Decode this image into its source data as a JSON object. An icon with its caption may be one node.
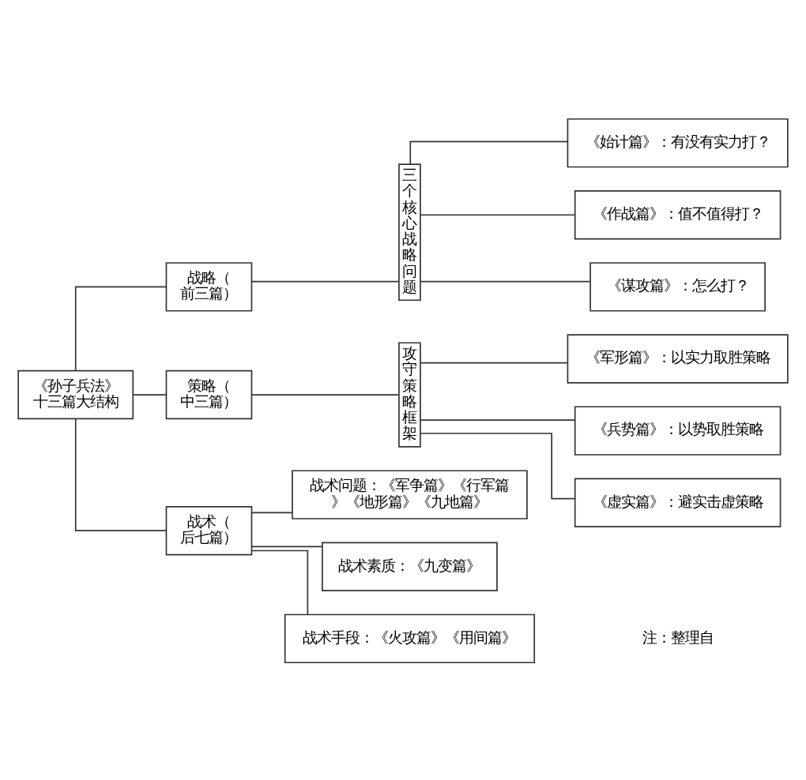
{
  "diagram": {
    "nodes": [
      {
        "text": [
          "《孙子兵法》十三篇大结构"
        ]
      },
      {
        "text": [
          "战略（前三篇）"
        ]
      },
      {
        "text": [
          "三个核心战略问题"
        ]
      },
      {
        "text": [
          "《始计篇》：有没有实力打？"
        ]
      },
      {
        "text": [
          "《作战篇》：值不值得打？"
        ]
      },
      {
        "text": [
          "《谋攻篇》：怎么打？"
        ]
      },
      {
        "text": [
          "策略（中三篇）"
        ]
      },
      {
        "text": [
          "攻守策略框架"
        ]
      },
      {
        "text": [
          "《军形篇》：以实力取胜策略"
        ]
      },
      {
        "text": [
          "《兵势篇》：以势取胜策略"
        ]
      },
      {
        "text": [
          "《虚实篇》：避实击虚策略"
        ]
      },
      {
        "text": [
          "战术（后七篇）"
        ]
      },
      {
        "text": [
          "战术问题：《军争篇》《行军篇》《地形篇》《九地篇》"
        ]
      },
      {
        "text": [
          "战术素质：《九变篇》"
        ]
      },
      {
        "text": [
          "战术手段：《火攻篇》《用间篇》"
        ]
      }
    ],
    "edges": [
      {
        "from": 0,
        "to": 1,
        "arrow": "none"
      },
      {
        "from": 1,
        "to": 2,
        "arrow": "none"
      },
      {
        "from": 2,
        "to": 3,
        "arrow": "none"
      },
      {
        "from": 2,
        "to": 4,
        "arrow": "none"
      },
      {
        "from": 2,
        "to": 5,
        "arrow": "none"
      },
      {
        "from": 0,
        "to": 6,
        "arrow": "none"
      },
      {
        "from": 6,
        "to": 7,
        "arrow": "none"
      },
      {
        "from": 7,
        "to": 8,
        "arrow": "none"
      },
      {
        "from": 7,
        "to": 9,
        "arrow": "none"
      },
      {
        "from": 7,
        "to": 10,
        "arrow": "none"
      },
      {
        "from": 0,
        "to": 11,
        "arrow": "none"
      },
      {
        "from": 11,
        "to": 12,
        "arrow": "none"
      },
      {
        "from": 11,
        "to": 13,
        "arrow": "none"
      },
      {
        "from": 11,
        "to": 14,
        "arrow": "none"
      }
    ],
    "labels": [
      "注：整理自"
    ]
  }
}
